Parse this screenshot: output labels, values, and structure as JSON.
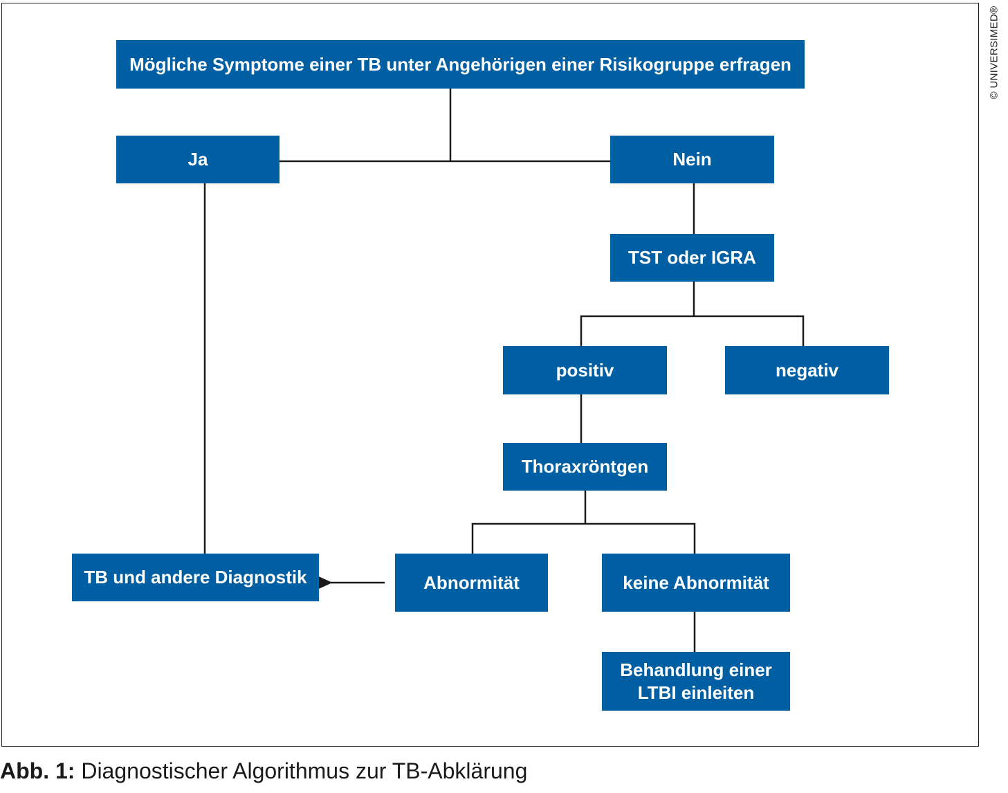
{
  "nodes": {
    "question": "Mögliche Symptome einer TB unter Angehörigen einer Risikogruppe erfragen",
    "yes": "Ja",
    "no": "Nein",
    "test": "TST oder IGRA",
    "positive": "positiv",
    "negative": "negativ",
    "xray": "Thoraxröntgen",
    "tb_diagnostics": "TB und andere Diagnostik",
    "abnormal": "Abnormität",
    "no_abnormal": "keine Abnormität",
    "ltbi_line1": "Behandlung einer",
    "ltbi_line2": "LTBI einleiten"
  },
  "copyright": "© UNIVERSIMED®",
  "caption": {
    "label": "Abb. 1:",
    "text": "Diagnostischer Algorithmus zur TB-Abklärung"
  },
  "colors": {
    "box": "#005ea2",
    "box_text": "#ffffff",
    "line": "#1a1a1a"
  }
}
